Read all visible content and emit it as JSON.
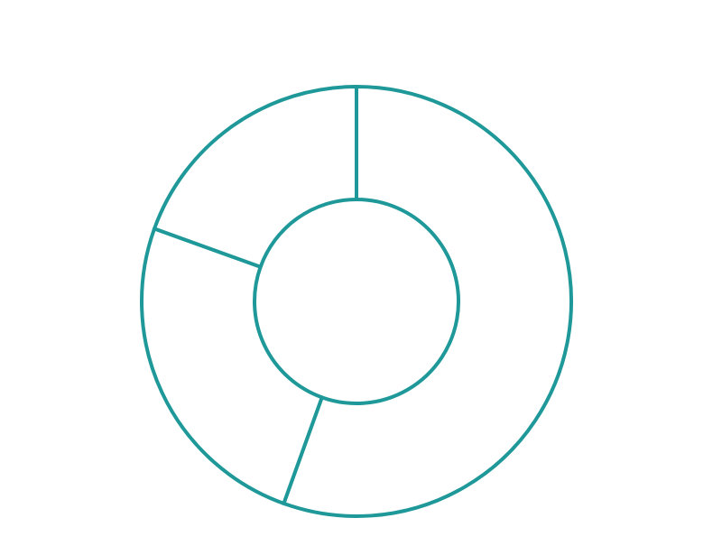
{
  "chart_data": {
    "type": "pie",
    "style": "donut",
    "categories": [
      "",
      "",
      ""
    ],
    "values": [
      55.5,
      25.0,
      19.5
    ],
    "start_angle_deg": 0,
    "direction": "clockwise",
    "legend": "none",
    "title": ""
  },
  "colors": {
    "stroke": "#1f9899",
    "fill": "#ffffff",
    "background": "#ffffff"
  }
}
